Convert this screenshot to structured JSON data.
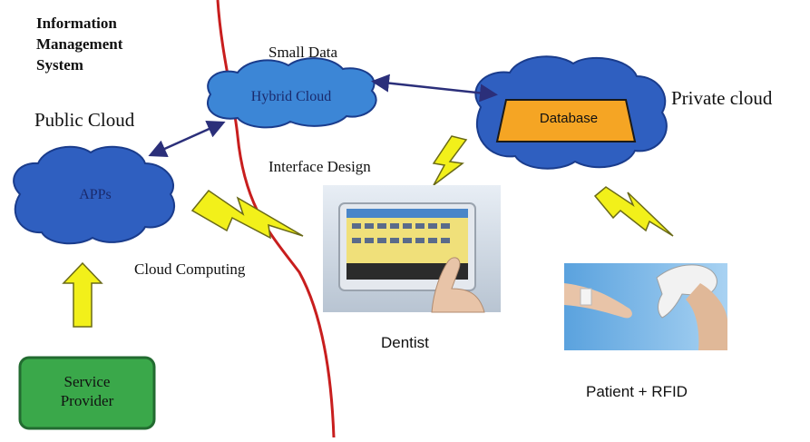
{
  "title_lines": [
    "Information",
    "Management",
    "System"
  ],
  "labels": {
    "small_data": "Small Data",
    "public_cloud": "Public Cloud",
    "private_cloud": "Private cloud",
    "interface_design": "Interface Design",
    "cloud_computing": "Cloud Computing",
    "dentist": "Dentist",
    "patient_rfid": "Patient + RFID"
  },
  "nodes": {
    "hybrid_cloud": "Hybrid Cloud",
    "apps": "APPs",
    "database": "Database",
    "service_provider": [
      "Service",
      "Provider"
    ]
  },
  "colors": {
    "cloud_fill": "#2f5fc0",
    "cloud_stroke": "#1a3c8c",
    "hybrid_fill": "#3c86d6",
    "database_fill": "#f5a524",
    "service_fill": "#3aa84a",
    "lightning_fill": "#f2f01a",
    "divider_line": "#c81e1e",
    "arrow": "#2b2f7a"
  }
}
